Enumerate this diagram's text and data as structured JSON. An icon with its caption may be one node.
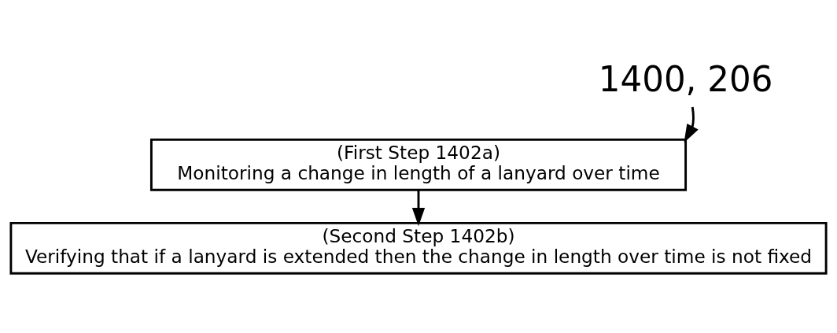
{
  "diagram": {
    "nodes": [
      {
        "text": [
          "1400, 206"
        ]
      },
      {
        "text": [
          "(First Step 1402a)",
          "Monitoring a change in length of a lanyard over time"
        ]
      },
      {
        "text": [
          "(Second Step 1402b)",
          "Verifying that if a lanyard is extended then the change in length over time is not fixed"
        ]
      }
    ],
    "edges": [
      {
        "from": 0,
        "to": 1,
        "arrow": "to"
      },
      {
        "from": 1,
        "to": 2,
        "arrow": "to"
      }
    ]
  }
}
